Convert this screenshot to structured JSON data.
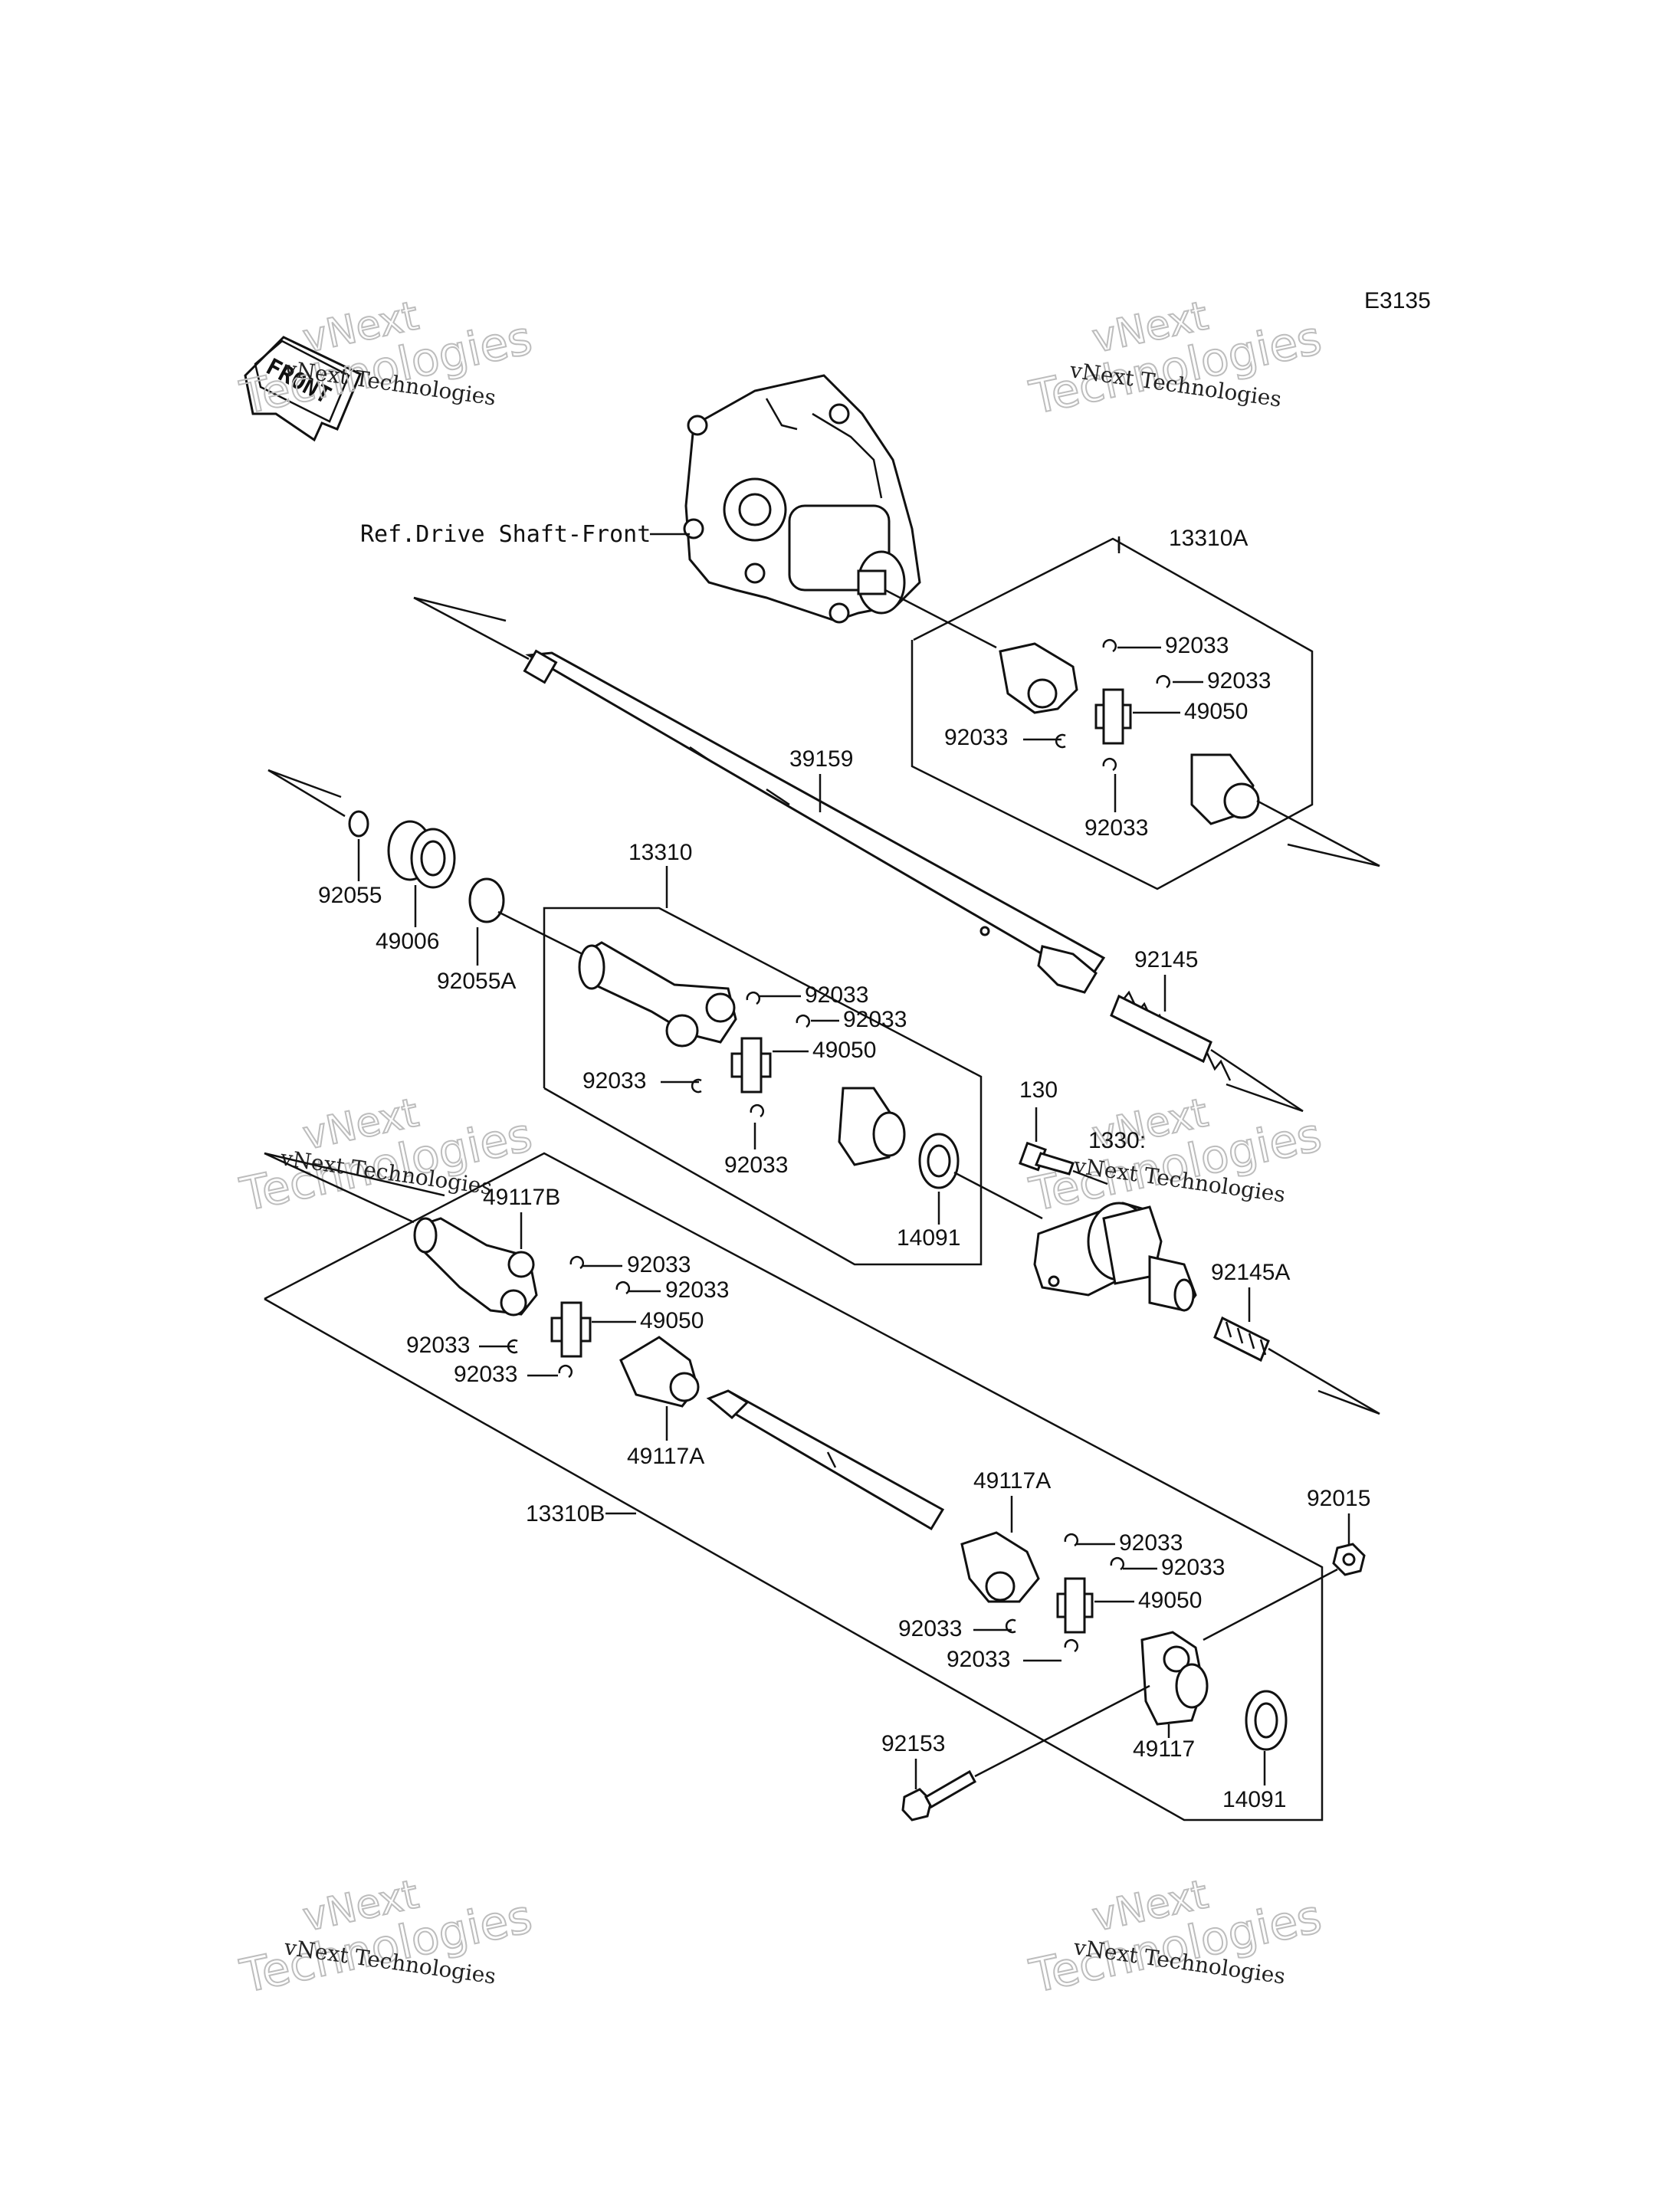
{
  "diagram_code": "E3135",
  "front_label": "FRONT",
  "watermark": {
    "line1": "vNext",
    "line2": "Technologies",
    "small": "vNext Technologies"
  },
  "ref_label": "Ref.Drive Shaft-Front",
  "parts": {
    "p13310A": "13310A",
    "p13310": "13310",
    "p13310B": "13310B",
    "p1330x": "1330:",
    "p39159": "39159",
    "p92055": "92055",
    "p49006": "49006",
    "p92055A": "92055A",
    "p92145": "92145",
    "p92145A": "92145A",
    "p130": "130",
    "p14091": "14091",
    "p49117B": "49117B",
    "p49117A": "49117A",
    "p49117": "49117",
    "p49050": "49050",
    "p92033": "92033",
    "p92015": "92015",
    "p92153": "92153"
  }
}
